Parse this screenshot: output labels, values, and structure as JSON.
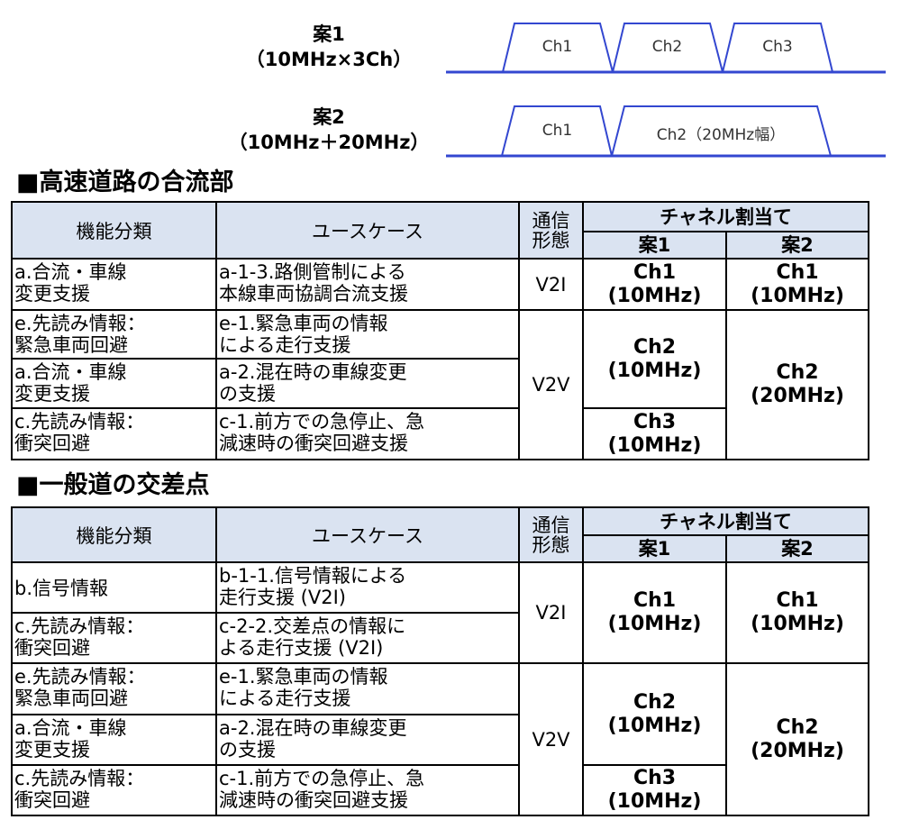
{
  "diagram": {
    "plans": [
      {
        "label": "案1",
        "sublabel": "（10MHz×3Ch）",
        "channels": [
          {
            "label": "Ch1",
            "width_mhz": 10
          },
          {
            "label": "Ch2",
            "width_mhz": 10
          },
          {
            "label": "Ch3",
            "width_mhz": 10
          }
        ]
      },
      {
        "label": "案2",
        "sublabel": "（10MHz＋20MHz）",
        "channels": [
          {
            "label": "Ch1",
            "width_mhz": 10
          },
          {
            "label": "Ch2（20MHz幅）",
            "width_mhz": 20
          }
        ]
      }
    ],
    "line_color": "#3347d0"
  },
  "sections": [
    {
      "title": "■高速道路の合流部",
      "headers": {
        "category": "機能分類",
        "usecase": "ユースケース",
        "comm_type": "通信形態",
        "comm_type_l1": "通信",
        "comm_type_l2": "形態",
        "allocation": "チャネル割当て",
        "plan1": "案1",
        "plan2": "案2"
      },
      "rows": [
        {
          "category_l1": "a.合流・車線",
          "category_l2": "変更支援",
          "usecase_l1": "a-1-3.路側管制による",
          "usecase_l2": "本線車両協調合流支援"
        },
        {
          "category_l1": "e.先読み情報：",
          "category_l2": "緊急車両回避",
          "usecase_l1": "e-1.緊急車両の情報",
          "usecase_l2": "による走行支援"
        },
        {
          "category_l1": "a.合流・車線",
          "category_l2": "変更支援",
          "usecase_l1": "a-2.混在時の車線変更",
          "usecase_l2": "の支援"
        },
        {
          "category_l1": "c.先読み情報：",
          "category_l2": "衝突回避",
          "usecase_l1": "c-1.前方での急停止、急",
          "usecase_l2": "減速時の衝突回避支援"
        }
      ],
      "comm": [
        {
          "label": "V2I",
          "rows": [
            1
          ]
        },
        {
          "label": "V2V",
          "rows": [
            2,
            3,
            4
          ]
        }
      ],
      "plan1": [
        {
          "ch": "Ch1",
          "bw": "(10MHz)",
          "rows": [
            1
          ]
        },
        {
          "ch": "Ch2",
          "bw": "(10MHz)",
          "rows": [
            2,
            3
          ]
        },
        {
          "ch": "Ch3",
          "bw": "(10MHz)",
          "rows": [
            4
          ]
        }
      ],
      "plan2": [
        {
          "ch": "Ch1",
          "bw": "(10MHz)",
          "rows": [
            1
          ]
        },
        {
          "ch": "Ch2",
          "bw": "(20MHz)",
          "rows": [
            2,
            3,
            4
          ]
        }
      ]
    },
    {
      "title": "■一般道の交差点",
      "headers": {
        "category": "機能分類",
        "usecase": "ユースケース",
        "comm_type": "通信形態",
        "comm_type_l1": "通信",
        "comm_type_l2": "形態",
        "allocation": "チャネル割当て",
        "plan1": "案1",
        "plan2": "案2"
      },
      "rows": [
        {
          "category_l1": "b.信号情報",
          "category_l2": "",
          "usecase_l1": "b-1-1.信号情報による",
          "usecase_l2": "走行支援 (V2I)"
        },
        {
          "category_l1": "c.先読み情報：",
          "category_l2": "衝突回避",
          "usecase_l1": "c-2-2.交差点の情報に",
          "usecase_l2": "よる走行支援 (V2I)"
        },
        {
          "category_l1": "e.先読み情報：",
          "category_l2": "緊急車両回避",
          "usecase_l1": "e-1.緊急車両の情報",
          "usecase_l2": "による走行支援"
        },
        {
          "category_l1": "a.合流・車線",
          "category_l2": "変更支援",
          "usecase_l1": "a-2.混在時の車線変更",
          "usecase_l2": "の支援"
        },
        {
          "category_l1": "c.先読み情報：",
          "category_l2": "衝突回避",
          "usecase_l1": "c-1.前方での急停止、急",
          "usecase_l2": "減速時の衝突回避支援"
        }
      ],
      "comm": [
        {
          "label": "V2I",
          "rows": [
            1,
            2
          ]
        },
        {
          "label": "V2V",
          "rows": [
            3,
            4,
            5
          ]
        }
      ],
      "plan1": [
        {
          "ch": "Ch1",
          "bw": "(10MHz)",
          "rows": [
            1,
            2
          ]
        },
        {
          "ch": "Ch2",
          "bw": "(10MHz)",
          "rows": [
            3,
            4
          ]
        },
        {
          "ch": "Ch3",
          "bw": "(10MHz)",
          "rows": [
            5
          ]
        }
      ],
      "plan2": [
        {
          "ch": "Ch1",
          "bw": "(10MHz)",
          "rows": [
            1,
            2
          ]
        },
        {
          "ch": "Ch2",
          "bw": "(20MHz)",
          "rows": [
            3,
            4,
            5
          ]
        }
      ]
    }
  ],
  "colors": {
    "header_bg": "#dae3f1",
    "border": "#000000",
    "spectrum_line": "#3347d0"
  }
}
